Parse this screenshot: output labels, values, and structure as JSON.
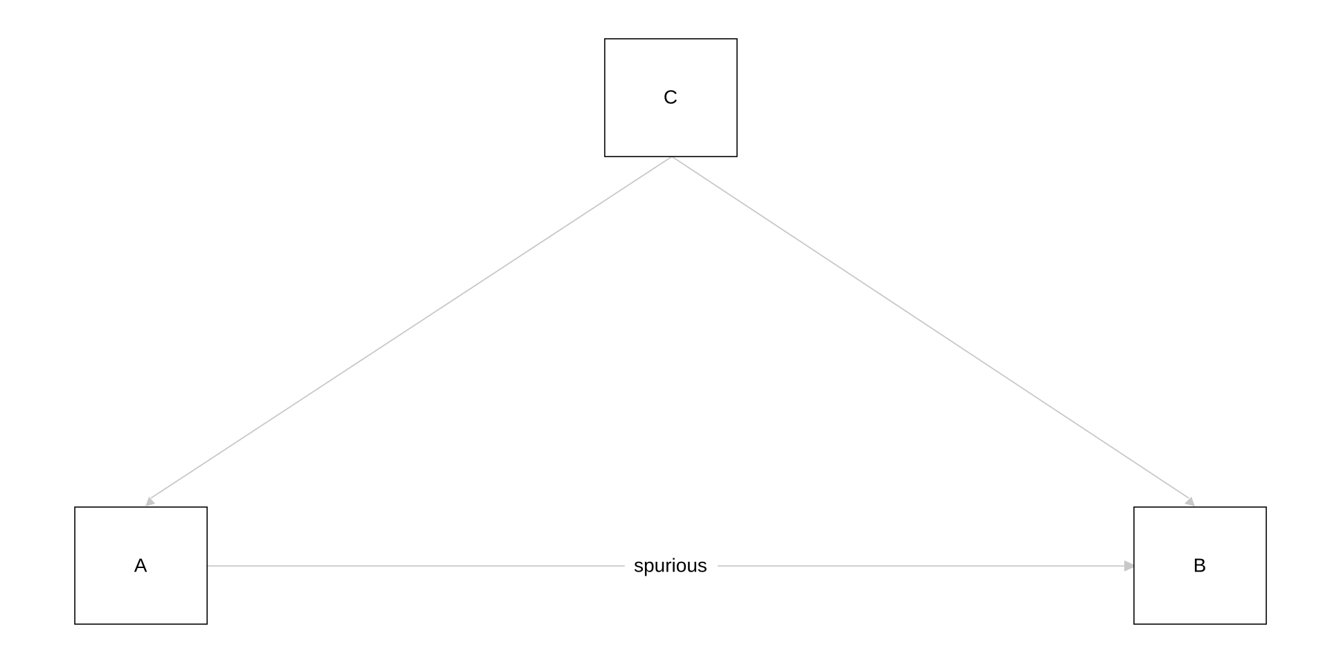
{
  "nodes": {
    "c": {
      "label": "C"
    },
    "a": {
      "label": "A"
    },
    "b": {
      "label": "B"
    }
  },
  "edges": {
    "c_to_a": {
      "from": "C",
      "to": "A",
      "label": ""
    },
    "c_to_b": {
      "from": "C",
      "to": "B",
      "label": ""
    },
    "a_to_b": {
      "from": "A",
      "to": "B",
      "label": "spurious"
    }
  },
  "colors": {
    "edge": "#c8c8c8",
    "node_border": "#000000",
    "text": "#000000",
    "background": "#ffffff"
  }
}
